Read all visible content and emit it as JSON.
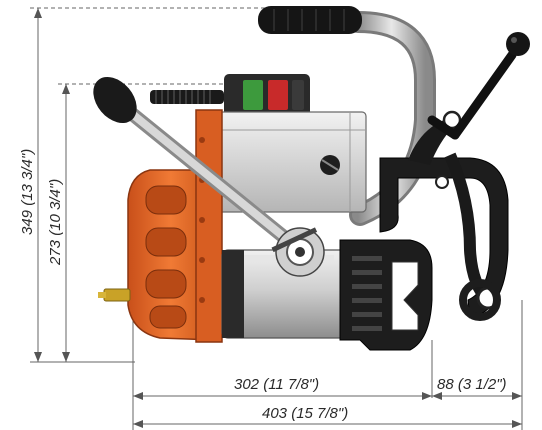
{
  "dimensions": {
    "overall_height": "349 (13 3/4\")",
    "body_height": "273 (10 3/4\")",
    "body_length": "302 (11 7/8\")",
    "clamp_offset": "88 (3 1/2\")",
    "overall_length": "403 (15 7/8\")"
  },
  "colors": {
    "housing_orange": "#e8692a",
    "housing_dark": "#9a3a10",
    "motor_silver": "#c8c8c8",
    "clamp_black": "#1d1d1d",
    "switch_green": "#3d9a3d",
    "switch_red": "#c82a2a",
    "dimension_line": "#555555"
  },
  "icons": [
    "wrench-icon"
  ]
}
